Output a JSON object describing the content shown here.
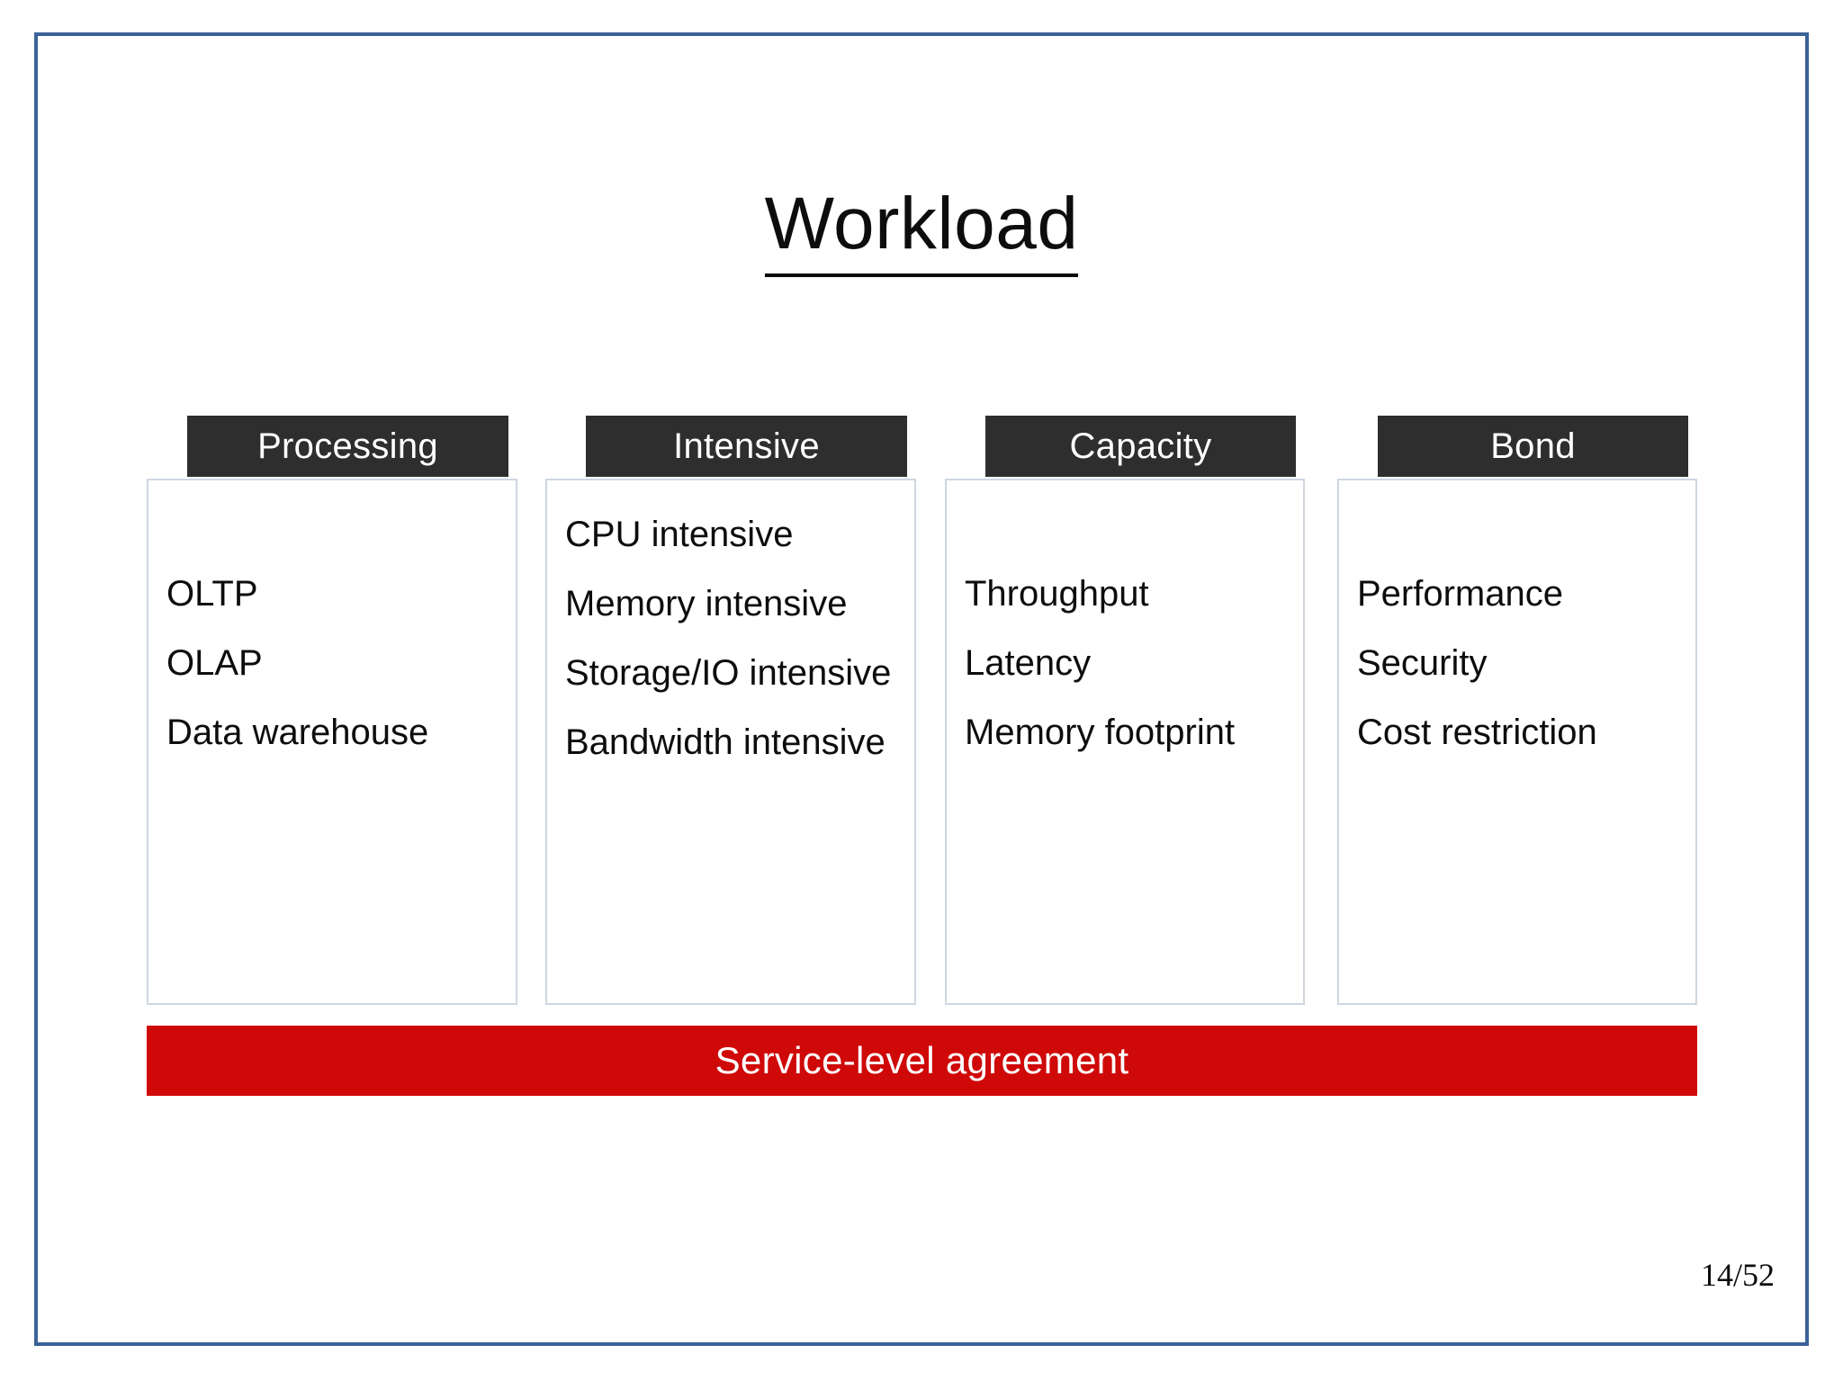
{
  "slide": {
    "title": "Workload",
    "page_number": "14/52",
    "frame_color": "#3a6399",
    "header_color": "#2e2e2e",
    "box_border_color": "#cfd6e0",
    "banner_color": "#cf0808"
  },
  "columns": [
    {
      "header": "Processing",
      "items": [
        "OLTP",
        "OLAP",
        "Data warehouse"
      ]
    },
    {
      "header": "Intensive",
      "items": [
        "CPU intensive",
        "Memory intensive",
        "Storage/IO intensive",
        "Bandwidth intensive"
      ]
    },
    {
      "header": "Capacity",
      "items": [
        "Throughput",
        "Latency",
        "Memory footprint"
      ]
    },
    {
      "header": "Bond",
      "items": [
        "Performance",
        "Security",
        "Cost restriction"
      ]
    }
  ],
  "banner": {
    "label": "Service-level agreement"
  }
}
